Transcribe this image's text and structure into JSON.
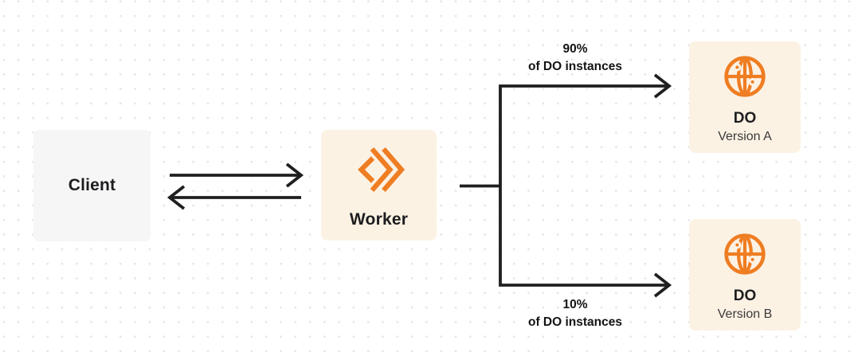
{
  "diagram": {
    "client": {
      "label": "Client"
    },
    "worker": {
      "label": "Worker"
    },
    "do_version_a": {
      "title": "DO",
      "subtitle": "Version A"
    },
    "do_version_b": {
      "title": "DO",
      "subtitle": "Version B"
    },
    "top_split": {
      "percent": "90%",
      "caption": "of DO instances"
    },
    "bottom_split": {
      "percent": "10%",
      "caption": "of DO instances"
    }
  },
  "icons": {
    "worker": "code-chevrons-icon",
    "durable_object": "globe-network-icon",
    "arrows": [
      "request-arrow-right",
      "response-arrow-left",
      "split-arrow-90",
      "split-arrow-10"
    ]
  },
  "colors": {
    "accent_orange": "#ef7d22",
    "node_box_cream": "#fcf2e4",
    "client_box_gray": "#f6f6f7",
    "line_dark": "#1f1f1f",
    "text_primary": "#1d1d1f",
    "text_secondary": "#3a3a3a",
    "dot_grid": "#e6e6e6",
    "canvas_bg": "#ffffff"
  }
}
